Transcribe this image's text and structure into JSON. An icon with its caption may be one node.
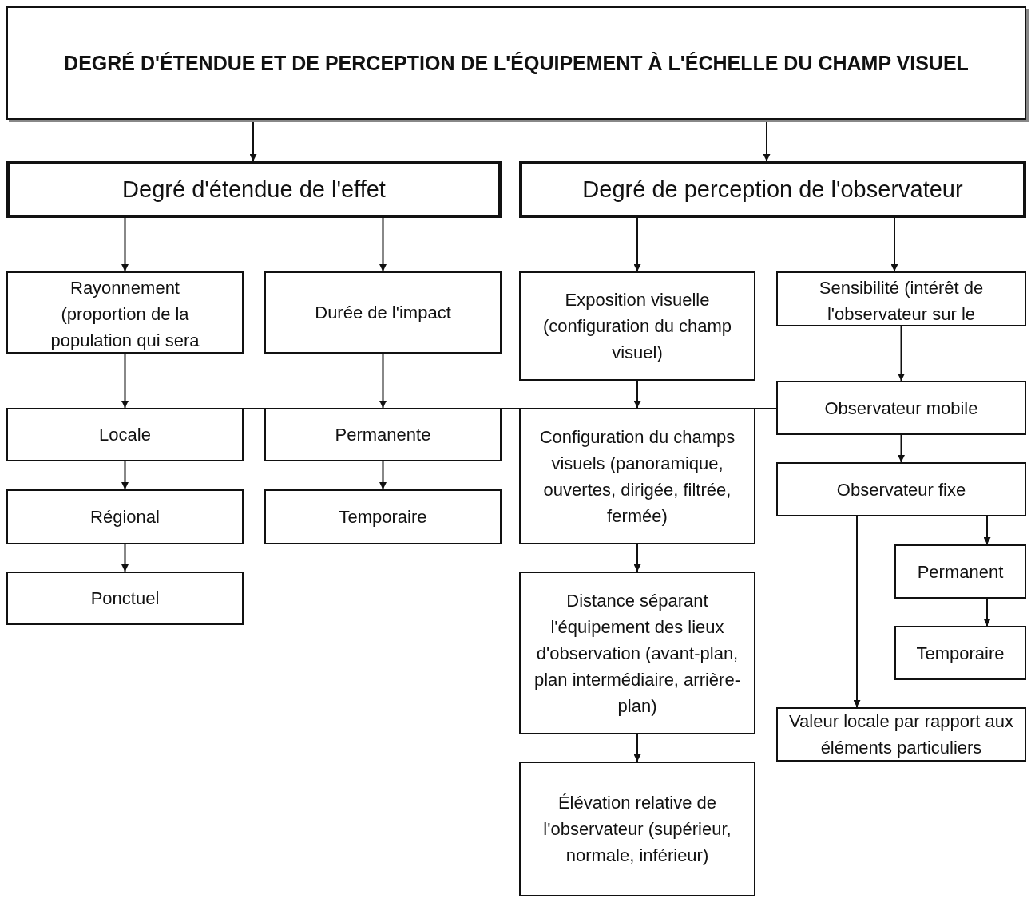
{
  "diagram": {
    "nodes": [
      {
        "text": [
          "DEGRÉ D'ÉTENDUE ET DE PERCEPTION DE L'ÉQUIPEMENT À L'ÉCHELLE DU CHAMP VISUEL"
        ]
      },
      {
        "text": [
          "Degré d'étendue de l'effet"
        ]
      },
      {
        "text": [
          "Degré de perception de l'observateur"
        ]
      },
      {
        "text": [
          "Rayonnement (proportion de la population qui sera"
        ]
      },
      {
        "text": [
          "Durée de l'impact"
        ]
      },
      {
        "text": [
          "Exposition visuelle (configuration du champ visuel)"
        ]
      },
      {
        "text": [
          "Sensibilité (intérêt de l'observateur sur le"
        ]
      },
      {
        "text": [
          "Locale"
        ]
      },
      {
        "text": [
          "Permanente"
        ]
      },
      {
        "text": [
          "Configuration du champs visuels (panoramique, ouvertes, dirigée, filtrée, fermée)"
        ]
      },
      {
        "text": [
          "Observateur mobile"
        ]
      },
      {
        "text": [
          "Régional"
        ]
      },
      {
        "text": [
          "Temporaire"
        ]
      },
      {
        "text": [
          "Observateur fixe"
        ]
      },
      {
        "text": [
          "Ponctuel"
        ]
      },
      {
        "text": [
          "Distance séparant l'équipement des lieux d'observation (avant-plan, plan intermédiaire, arrière-plan)"
        ]
      },
      {
        "text": [
          "Permanent"
        ]
      },
      {
        "text": [
          "Temporaire"
        ]
      },
      {
        "text": [
          "Valeur locale par rapport aux éléments particuliers"
        ]
      },
      {
        "text": [
          "Élévation relative de l'observateur (supérieur, normale, inférieur)"
        ]
      }
    ],
    "edges": [
      {
        "from": 0,
        "to": 1,
        "arrow": "to"
      },
      {
        "from": 0,
        "to": 2,
        "arrow": "to"
      },
      {
        "from": 1,
        "to": 3,
        "arrow": "to"
      },
      {
        "from": 1,
        "to": 4,
        "arrow": "to"
      },
      {
        "from": 2,
        "to": 5,
        "arrow": "to"
      },
      {
        "from": 2,
        "to": 6,
        "arrow": "to"
      },
      {
        "from": 3,
        "to": 7,
        "arrow": "to"
      },
      {
        "from": 4,
        "to": 8,
        "arrow": "to"
      },
      {
        "from": 5,
        "to": 9,
        "arrow": "to"
      },
      {
        "from": 6,
        "to": 10,
        "arrow": "to"
      },
      {
        "from": 7,
        "to": 11,
        "arrow": "to"
      },
      {
        "from": 11,
        "to": 14,
        "arrow": "to"
      },
      {
        "from": 8,
        "to": 12,
        "arrow": "to"
      },
      {
        "from": 9,
        "to": 15,
        "arrow": "to"
      },
      {
        "from": 15,
        "to": 19,
        "arrow": "to"
      },
      {
        "from": 10,
        "to": 13,
        "arrow": "to"
      },
      {
        "from": 13,
        "to": 16,
        "arrow": "to"
      },
      {
        "from": 16,
        "to": 17,
        "arrow": "to"
      },
      {
        "from": 13,
        "to": 18,
        "arrow": "to"
      },
      {
        "from": 10,
        "to": 7,
        "arrow": "none"
      }
    ]
  }
}
